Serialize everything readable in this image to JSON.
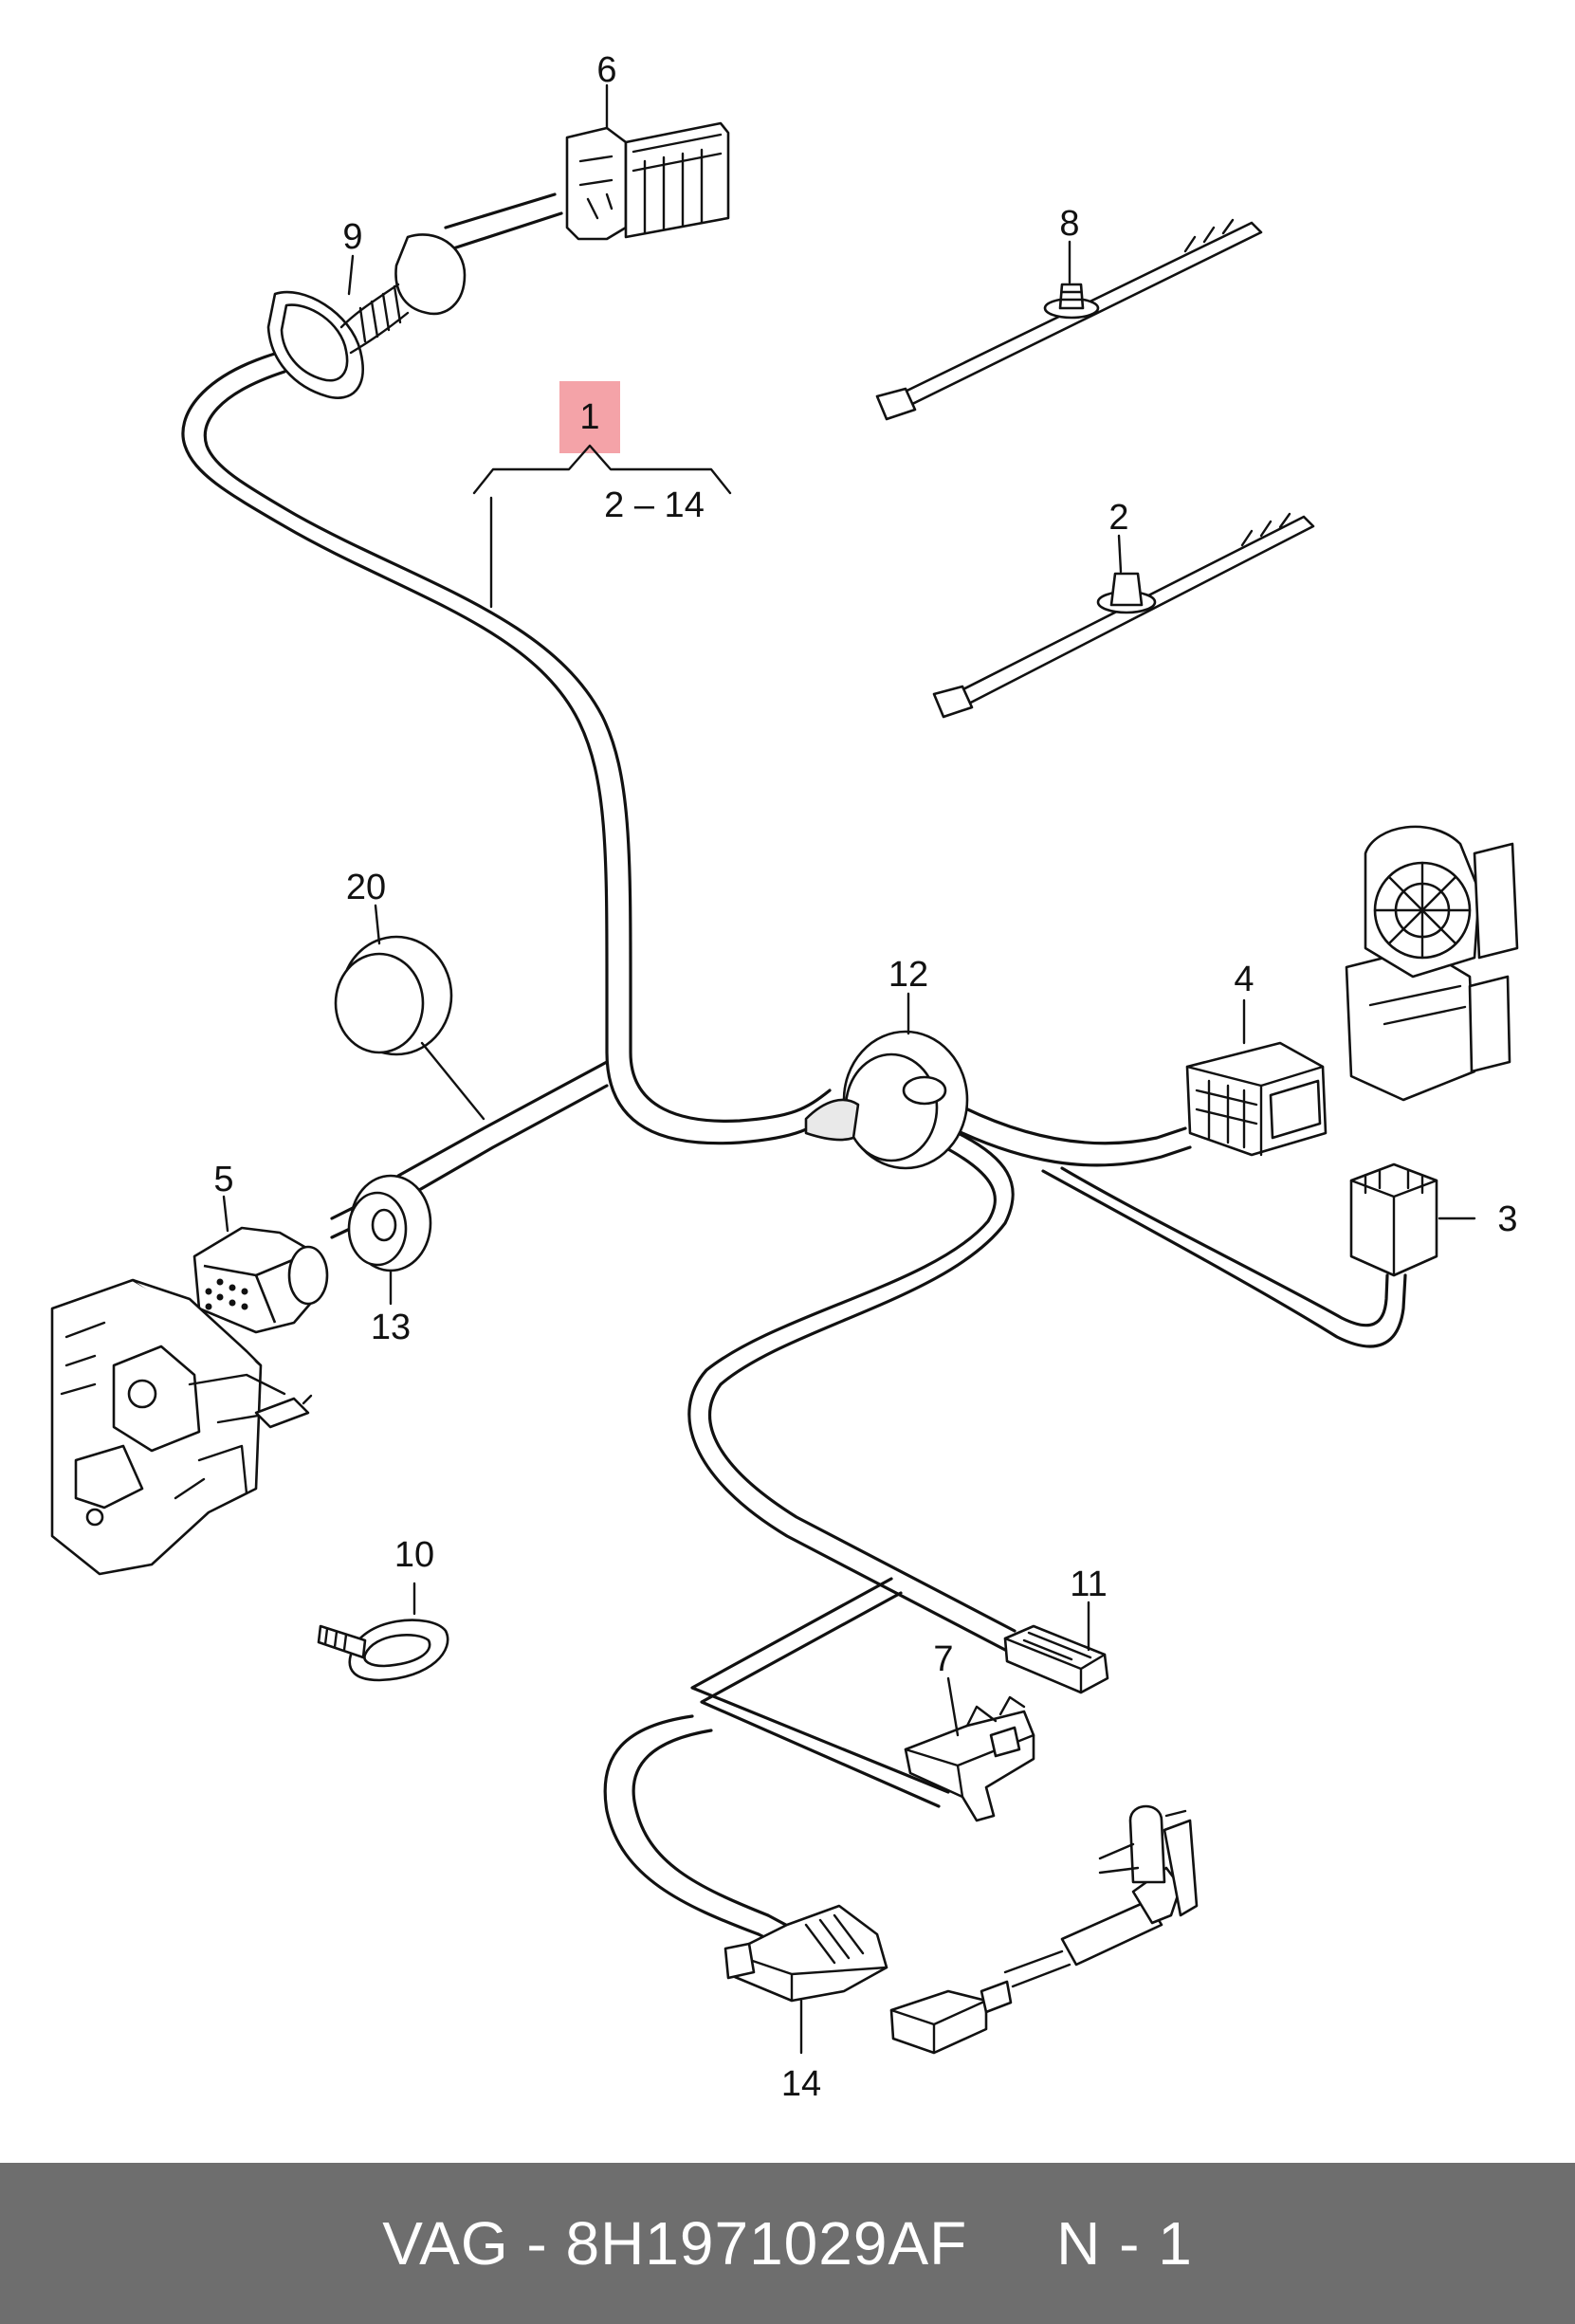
{
  "diagram": {
    "labels": {
      "part_1": "1",
      "range": "2 – 14",
      "part_2": "2",
      "part_3": "3",
      "part_4": "4",
      "part_5": "5",
      "part_6": "6",
      "part_7": "7",
      "part_8": "8",
      "part_9": "9",
      "part_10": "10",
      "part_11": "11",
      "part_12": "12",
      "part_13": "13",
      "part_14": "14",
      "part_20": "20"
    },
    "highlight_color": "#f4a3a8"
  },
  "footer": {
    "text": "VAG - 8H1971029AF     N - 1",
    "background": "#6e6e6e"
  }
}
